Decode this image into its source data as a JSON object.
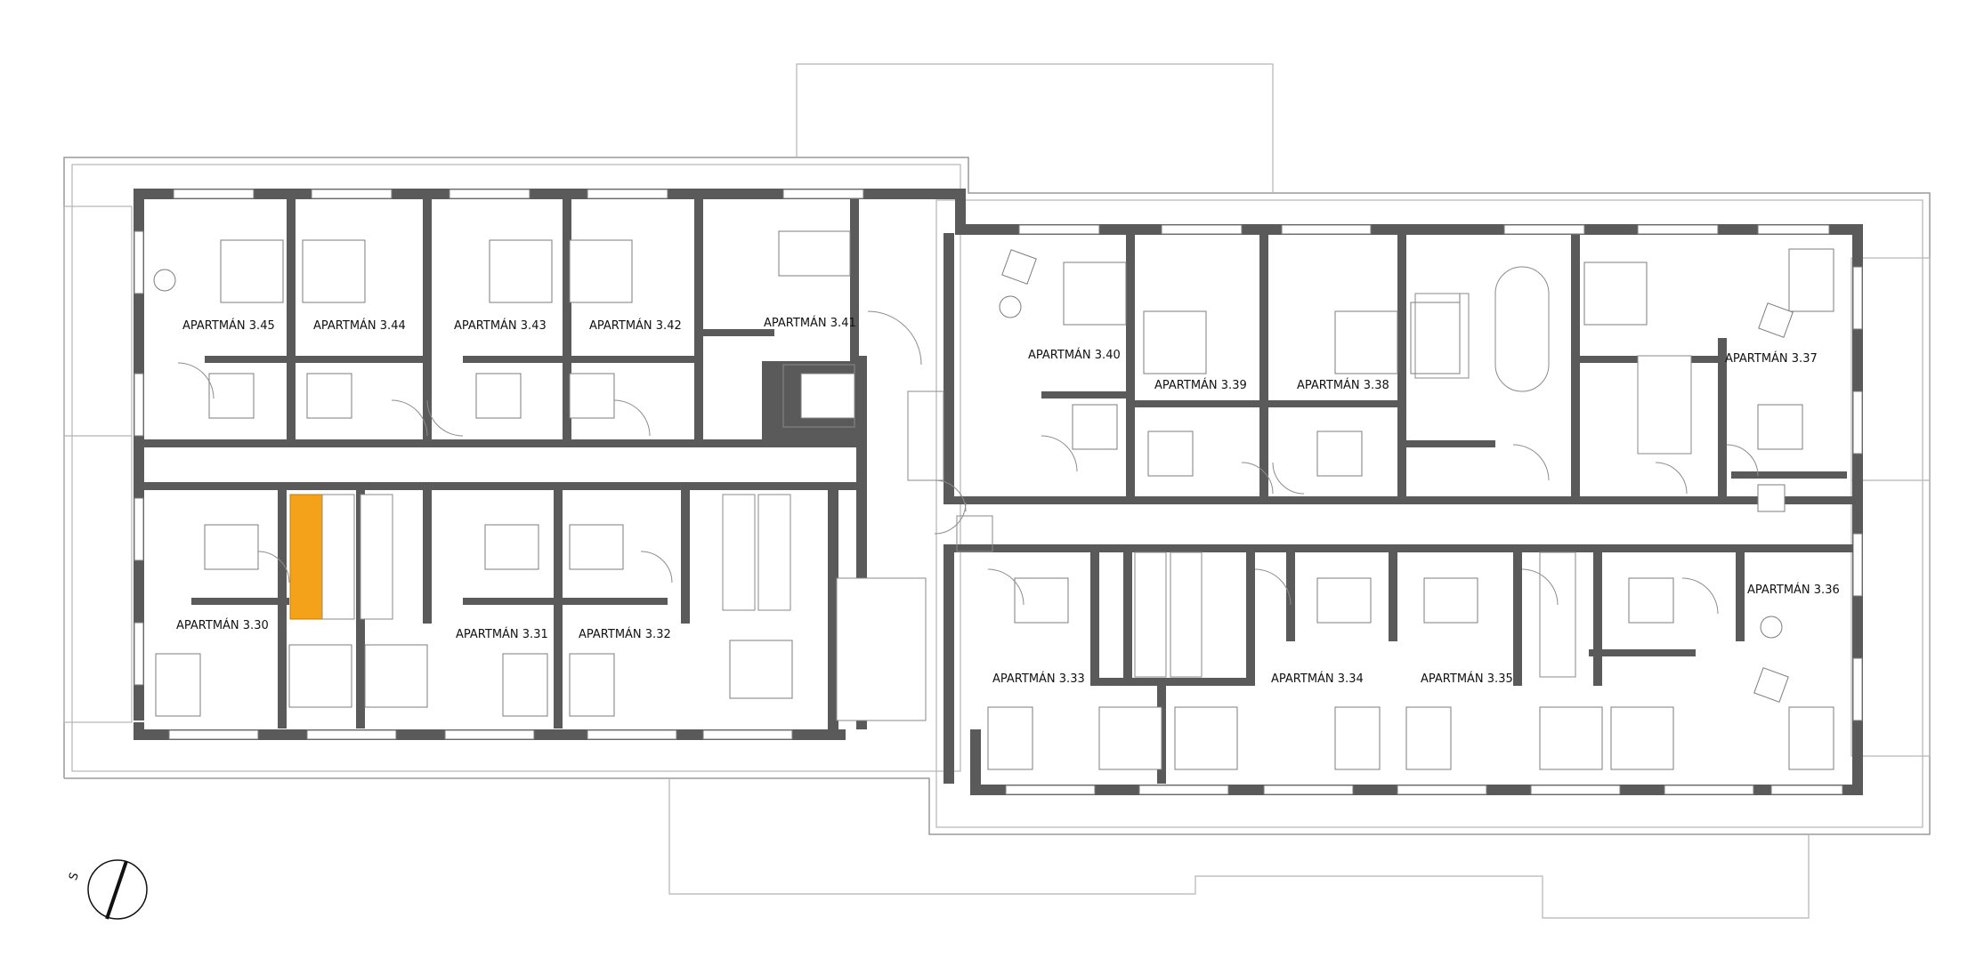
{
  "plan": {
    "highlight_color": "#f4a21a",
    "wall_color": "#5a5a5a",
    "north_label": "S"
  },
  "rooms": [
    {
      "label": "APARTMÁN 3.45"
    },
    {
      "label": "APARTMÁN 3.44"
    },
    {
      "label": "APARTMÁN 3.43"
    },
    {
      "label": "APARTMÁN 3.42"
    },
    {
      "label": "APARTMÁN 3.41"
    },
    {
      "label": "APARTMÁN 3.40"
    },
    {
      "label": "APARTMÁN 3.39"
    },
    {
      "label": "APARTMÁN 3.38"
    },
    {
      "label": "APARTMÁN 3.37"
    },
    {
      "label": "APARTMÁN 3.36"
    },
    {
      "label": "APARTMÁN 3.35"
    },
    {
      "label": "APARTMÁN 3.34"
    },
    {
      "label": "APARTMÁN 3.33"
    },
    {
      "label": "APARTMÁN 3.32"
    },
    {
      "label": "APARTMÁN 3.31"
    },
    {
      "label": "APARTMÁN 3.30"
    }
  ]
}
